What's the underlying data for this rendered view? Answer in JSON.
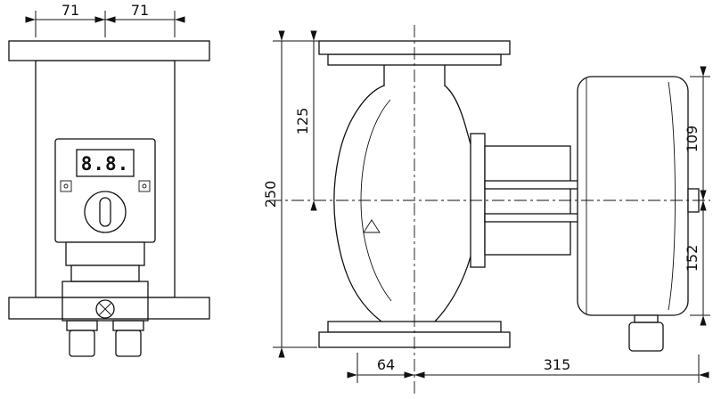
{
  "ink": "#111111",
  "display": {
    "value": "8.8."
  },
  "dimensions": {
    "front_top_left": "71",
    "front_top_right": "71",
    "side_height_total": "250",
    "side_flange_to_axis": "125",
    "side_axis_to_module_top": "109",
    "side_axis_to_module_bottom": "152",
    "side_axis_offset": "64",
    "side_length": "315"
  }
}
